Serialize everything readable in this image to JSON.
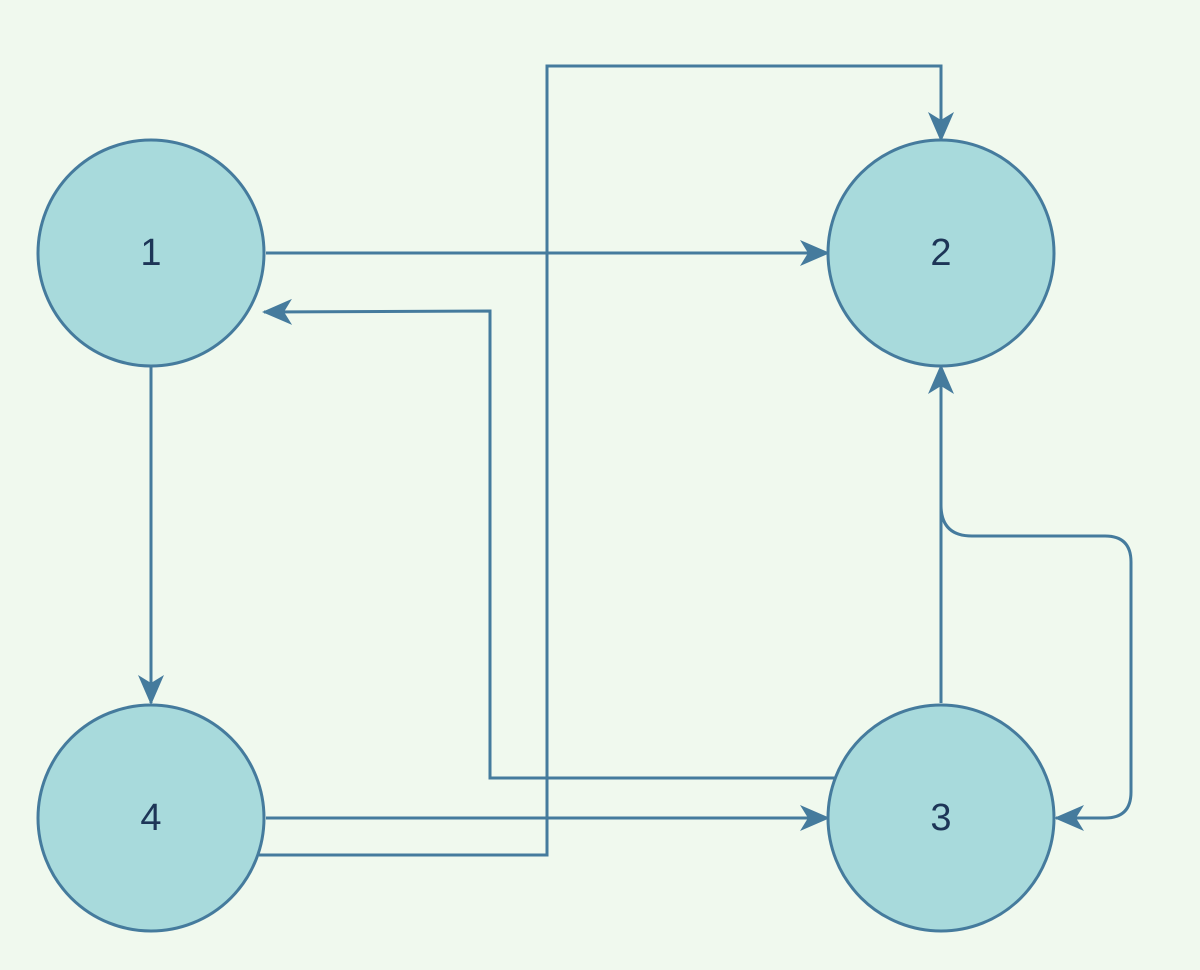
{
  "colors": {
    "background": "#F0F9EE",
    "node_fill": "#A8DADC",
    "stroke": "#457B9D",
    "label": "#1D3557"
  },
  "nodes": [
    {
      "id": "n1",
      "label": "1"
    },
    {
      "id": "n2",
      "label": "2"
    },
    {
      "id": "n3",
      "label": "3"
    },
    {
      "id": "n4",
      "label": "4"
    }
  ],
  "edges": [
    {
      "from": "1",
      "to": "2"
    },
    {
      "from": "1",
      "to": "4"
    },
    {
      "from": "4",
      "to": "3"
    },
    {
      "from": "4",
      "to": "2"
    },
    {
      "from": "3",
      "to": "1"
    },
    {
      "from": "3",
      "to": "2"
    },
    {
      "from": "2",
      "to": "3"
    }
  ]
}
